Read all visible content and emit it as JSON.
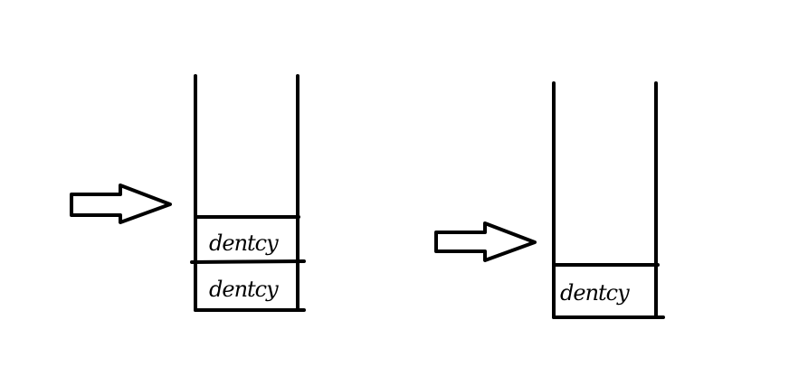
{
  "stacks": [
    {
      "cells": [
        {
          "label": "dentcy"
        },
        {
          "label": "dentcy"
        }
      ]
    },
    {
      "cells": [
        {
          "label": "dentcy"
        }
      ]
    }
  ],
  "colors": {
    "stroke": "#000000",
    "background": "#ffffff"
  },
  "icons": {
    "pointer": "right-arrow-icon"
  }
}
